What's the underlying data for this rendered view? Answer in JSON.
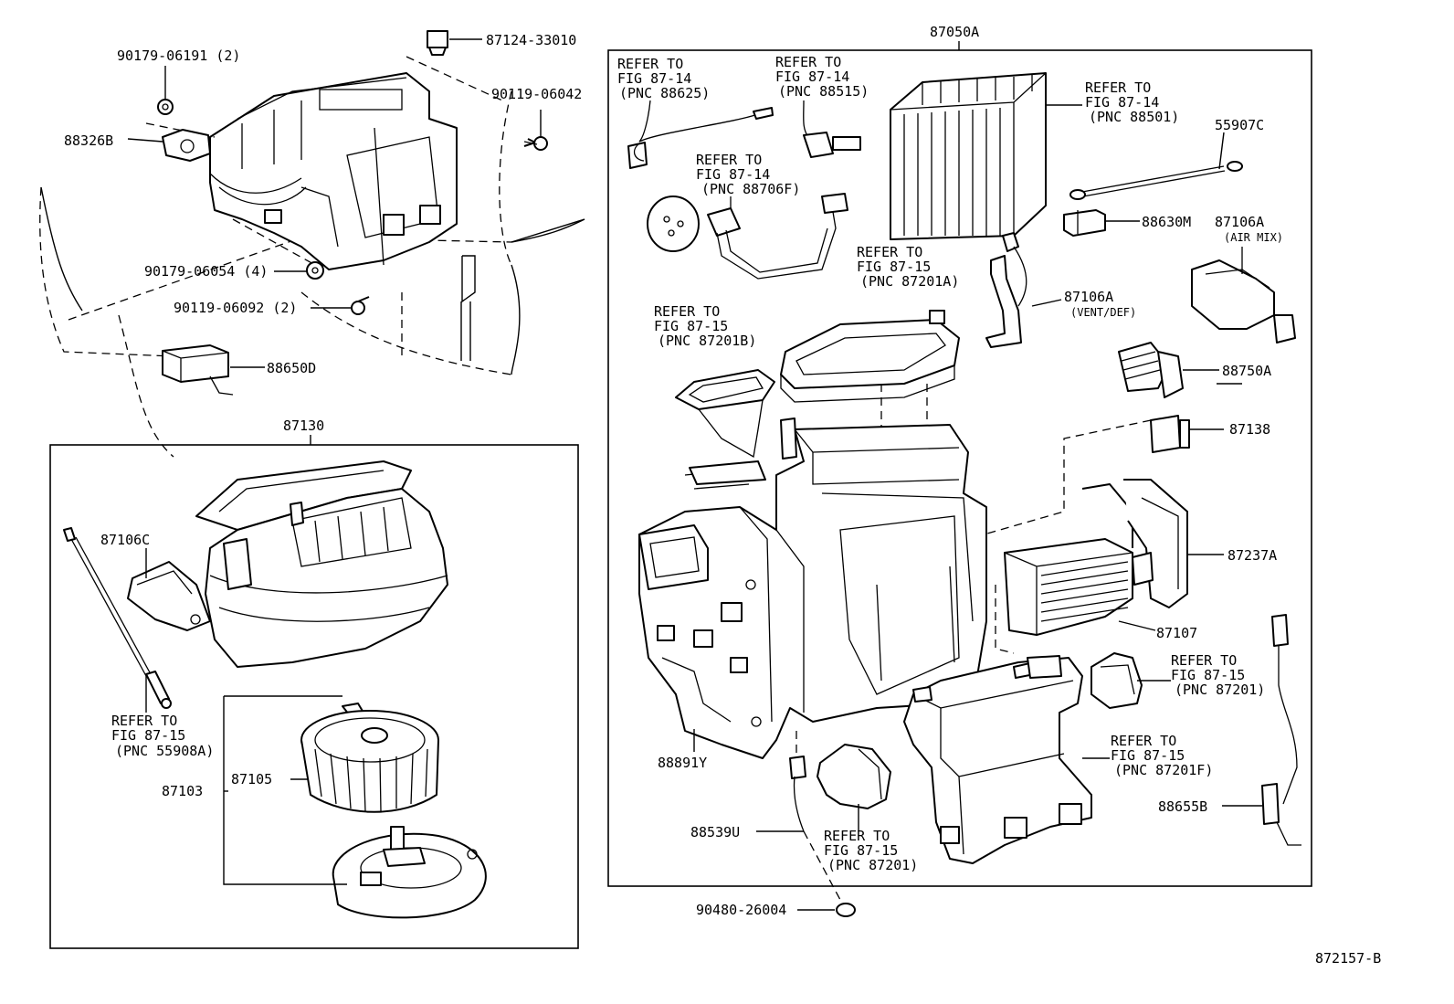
{
  "labels": {
    "p87124": "87124-33010",
    "p90179a": "90179-06191 (2)",
    "p88326b": "88326B",
    "p90119a": "90119-06042",
    "p90179b": "90179-06054 (4)",
    "p90119b": "90119-06092 (2)",
    "p88650d": "88650D",
    "p87050a": "87050A",
    "p87130": "87130",
    "p87106c": "87106C",
    "p87103": "87103",
    "p87105": "87105",
    "p55907c": "55907C",
    "p88630m": "88630M",
    "p87106a1": "87106A",
    "p87106a1_sub": "(AIR MIX)",
    "p87106a2": "87106A",
    "p87106a2_sub": "(VENT/DEF)",
    "p88750a": "88750A",
    "p87138": "87138",
    "p87237a": "87237A",
    "p87107": "87107",
    "p88891y": "88891Y",
    "p88539u": "88539U",
    "p88655b": "88655B",
    "p90480": "90480-26004",
    "fig_id": "872157-B"
  },
  "refs": {
    "r1": [
      "REFER TO",
      "FIG 87-14",
      "(PNC 88625)"
    ],
    "r2": [
      "REFER TO",
      "FIG 87-14",
      "(PNC 88515)"
    ],
    "r3": [
      "REFER TO",
      "FIG 87-14",
      "(PNC 88501)"
    ],
    "r4": [
      "REFER TO",
      "FIG 87-14",
      "(PNC 88706F)"
    ],
    "r5": [
      "REFER TO",
      "FIG 87-15",
      "(PNC 87201A)"
    ],
    "r6": [
      "REFER TO",
      "FIG 87-15",
      "(PNC 87201B)"
    ],
    "r7": [
      "REFER TO",
      "FIG 87-15",
      "(PNC 55908A)"
    ],
    "r8": [
      "REFER TO",
      "FIG 87-15",
      "(PNC 87201)"
    ],
    "r9": [
      "REFER TO",
      "FIG 87-15",
      "(PNC 87201F)"
    ],
    "r10": [
      "REFER TO",
      "FIG 87-15",
      "(PNC 87201)"
    ]
  }
}
